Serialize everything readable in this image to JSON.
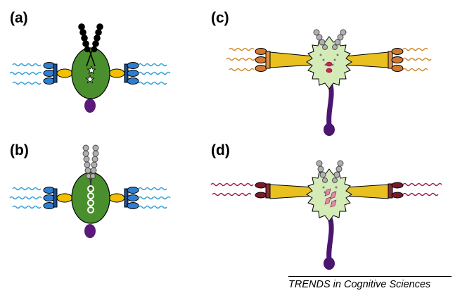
{
  "panels": {
    "a": {
      "label": "(a)"
    },
    "b": {
      "label": "(b)"
    },
    "c": {
      "label": "(c)"
    },
    "d": {
      "label": "(d)"
    }
  },
  "credit": {
    "italic": "TRENDS",
    "rest": " in Cognitive Sciences"
  },
  "colors": {
    "left_body": "#4a8f2e",
    "left_tail": "#5a1a78",
    "left_receptor": "#2f7fd0",
    "left_receptor_dark": "#1e4f8a",
    "left_linker": "#f2c000",
    "left_wave": "#2f9fd8",
    "right_body": "#d4ebb8",
    "right_tail": "#4b1670",
    "right_cone": "#e8c020",
    "right_receptor_c": "#d07a30",
    "right_wave_c": "#d08a30",
    "right_receptor_d": "#7a1a2a",
    "right_wave_d": "#a0205a",
    "chain_dark": "#000000",
    "chain_light": "#b0b0b0",
    "marker_c": "#d0205a",
    "marker_d": "#e08aa8"
  }
}
